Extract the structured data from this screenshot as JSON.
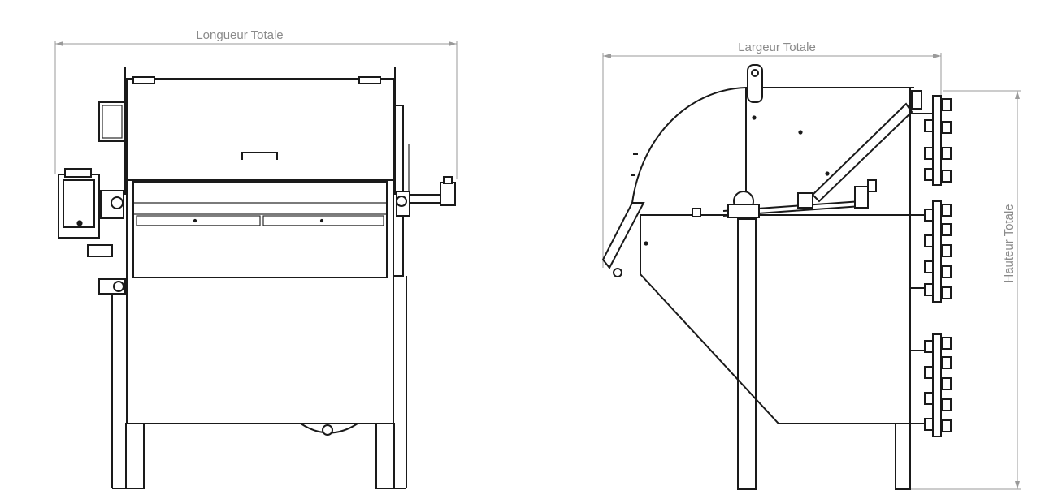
{
  "dimensions": {
    "length_label": "Longueur Totale",
    "width_label": "Largeur Totale",
    "height_label": "Hauteur Totale"
  },
  "colors": {
    "line": "#1a1a1a",
    "dimension": "#8a8a8a",
    "background": "#ffffff"
  }
}
